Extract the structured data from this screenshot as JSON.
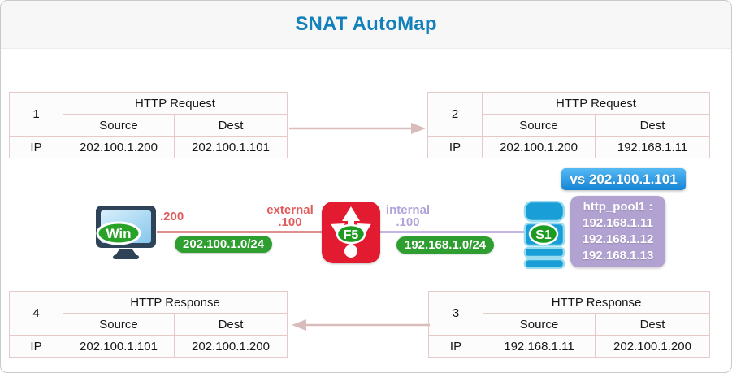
{
  "title": "SNAT AutoMap",
  "tables": [
    {
      "num": "1",
      "title": "HTTP Request",
      "source_label": "Source",
      "dest_label": "Dest",
      "row_label": "IP",
      "source": "202.100.1.200",
      "dest": "202.100.1.101"
    },
    {
      "num": "2",
      "title": "HTTP Request",
      "source_label": "Source",
      "dest_label": "Dest",
      "row_label": "IP",
      "source": "202.100.1.200",
      "dest": "192.168.1.11"
    },
    {
      "num": "3",
      "title": "HTTP Response",
      "source_label": "Source",
      "dest_label": "Dest",
      "row_label": "IP",
      "source": "192.168.1.11",
      "dest": "202.100.1.200"
    },
    {
      "num": "4",
      "title": "HTTP Response",
      "source_label": "Source",
      "dest_label": "Dest",
      "row_label": "IP",
      "source": "202.100.1.101",
      "dest": "202.100.1.200"
    }
  ],
  "topology": {
    "client": {
      "label": "Win",
      "interface": ".200"
    },
    "external_side": {
      "label": "external",
      "interface": ".100",
      "network": "202.100.1.0/24"
    },
    "f5": {
      "label": "F5"
    },
    "internal_side": {
      "label": "internal",
      "interface": ".100",
      "network": "192.168.1.0/24"
    },
    "server": {
      "label": "S1"
    },
    "virtual_server": {
      "label": "vs 202.100.1.101"
    },
    "pool": {
      "name": "http_pool1 :",
      "members": [
        "192.168.1.11",
        "192.168.1.12",
        "192.168.1.13"
      ]
    }
  },
  "colors": {
    "title_blue": "#1280bb",
    "table_border_pink": "#e6caca",
    "arrow_pink": "#d9bcbc",
    "external_red": "#e05d5d",
    "internal_purple": "#b2a3da",
    "network_green": "#2e9e30",
    "f5_red": "#e31b30",
    "server_blue": "#1a9ed8",
    "vs_badge_blue": "#1485d6",
    "pool_purple": "#b2a2d1"
  }
}
